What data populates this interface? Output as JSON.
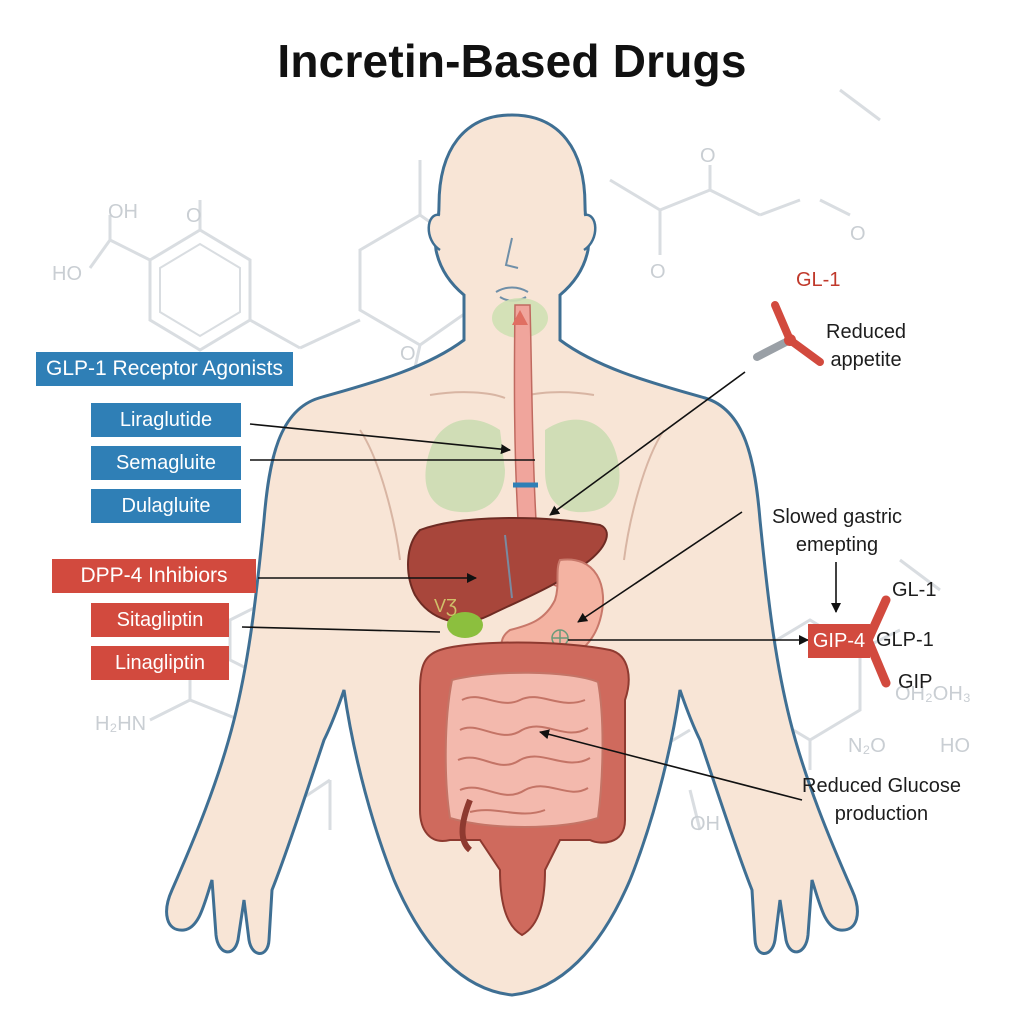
{
  "title": "Incretin-Based Drugs",
  "glp1": {
    "header": "GLP-1 Receptor Agonists",
    "drugs": [
      "Liraglutide",
      "Semagluite",
      "Dulagluite"
    ]
  },
  "dpp4": {
    "header": "DPP-4 Inhibiors",
    "drugs": [
      "Sitagliptin",
      "Linagliptin"
    ]
  },
  "annotations": {
    "gl1_top": "GL-1",
    "reduced_appetite": "Reduced\nappetite",
    "slowed_emptying": "Slowed gastric\nemepting",
    "gip4": "GIP-4",
    "gl1_right": "GL-1",
    "glp1_right": "GLP-1",
    "gip": "GIP",
    "reduced_glucose": "Reduced Glucose\nproduction",
    "liver_mark": "VƷ"
  },
  "background_chem": [
    "OH",
    "HO",
    "O",
    "O",
    "O",
    "O",
    "O",
    "H₂HN",
    "N₂O",
    "HO",
    "OH₂OH₃",
    "OH"
  ],
  "colors": {
    "glp1_blue": "#2f7fb6",
    "dpp4_red": "#d24a3e",
    "body": "#f8e5d6",
    "liver": "#a8463b",
    "intestine": "#e9a79c",
    "colon": "#cf6a5d",
    "lungs": "#c9dcb0"
  }
}
